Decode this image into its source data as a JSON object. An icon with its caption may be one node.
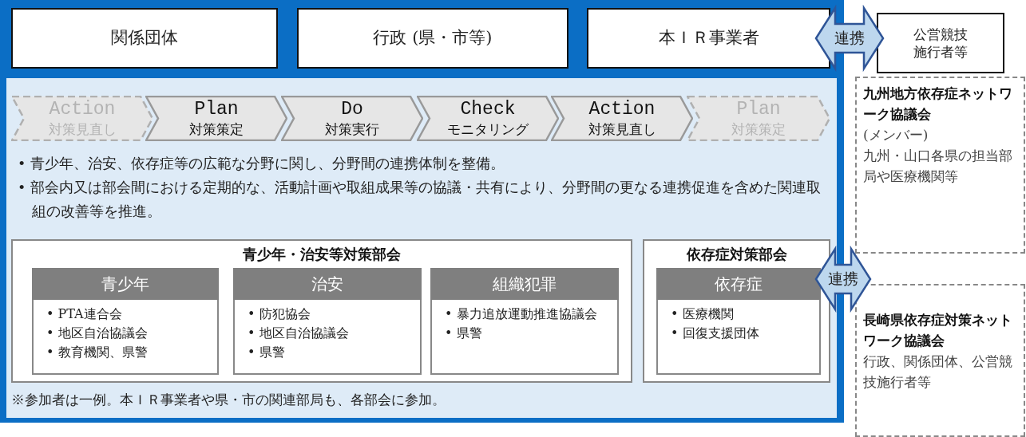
{
  "diagram": {
    "nodes": [
      {
        "text": [],
        "shape": "box"
      },
      {
        "text": [
          "関係団体"
        ],
        "in": 0
      },
      {
        "text": [
          "行政 (県・市等)"
        ],
        "in": 0
      },
      {
        "text": [
          "本ＩＲ事業者"
        ],
        "in": 0
      },
      {
        "text": [
          "公営競技施行者等"
        ]
      },
      {
        "text": [
          "• 青少年、治安、依存症等の広範な分野に関し、分野間の連携体制を整備。",
          "• 部会内又は部会間における定期的な、活動計画や取組成果等の協議・共有により、分野間の更なる連携促進を含めた関連取組の改善等を推進。",
          "※参加者は一例。本ＩＲ事業者や県・市の関連部局も、各部会に参加。"
        ],
        "in": 0
      },
      {
        "text": [
          "Action",
          "対策見直し"
        ],
        "in": 5
      },
      {
        "text": [
          "Plan",
          "対策策定"
        ],
        "in": 5
      },
      {
        "text": [
          "Do",
          "対策実行"
        ],
        "in": 5
      },
      {
        "text": [
          "Check",
          "モニタリング"
        ],
        "in": 5
      },
      {
        "text": [
          "Action",
          "対策見直し"
        ],
        "in": 5
      },
      {
        "text": [
          "Plan",
          "対策策定"
        ],
        "in": 5
      },
      {
        "text": [
          "青少年・治安等対策部会"
        ],
        "in": 5
      },
      {
        "text": [
          "青少年",
          "• PTA連合会",
          "• 地区自治協議会",
          "• 教育機関、県警"
        ],
        "in": 12
      },
      {
        "text": [
          "治安",
          "• 防犯協会",
          "• 地区自治協議会",
          "• 県警"
        ],
        "in": 12
      },
      {
        "text": [
          "組織犯罪",
          "• 暴力追放運動推進協議会",
          "• 県警"
        ],
        "in": 12
      },
      {
        "text": [
          "依存症対策部会"
        ],
        "in": 5
      },
      {
        "text": [
          "依存症",
          "• 医療機関",
          "• 回復支援団体"
        ],
        "in": 16
      },
      {
        "text": [
          "九州地方依存症ネットワーク協議会",
          "(メンバー)",
          "九州・山口各県の担当部局や医療機関等"
        ]
      },
      {
        "text": [
          "長崎県依存症対策ネットワーク協議会",
          "行政、関係団体、公営競技施行者等"
        ]
      }
    ],
    "edges": [
      {
        "from": 3,
        "to": 4,
        "arrow": "both",
        "label": "連携",
        "style": "thick"
      },
      {
        "from": 16,
        "to": 19,
        "arrow": "both",
        "label": "連携",
        "style": "thick"
      }
    ]
  }
}
